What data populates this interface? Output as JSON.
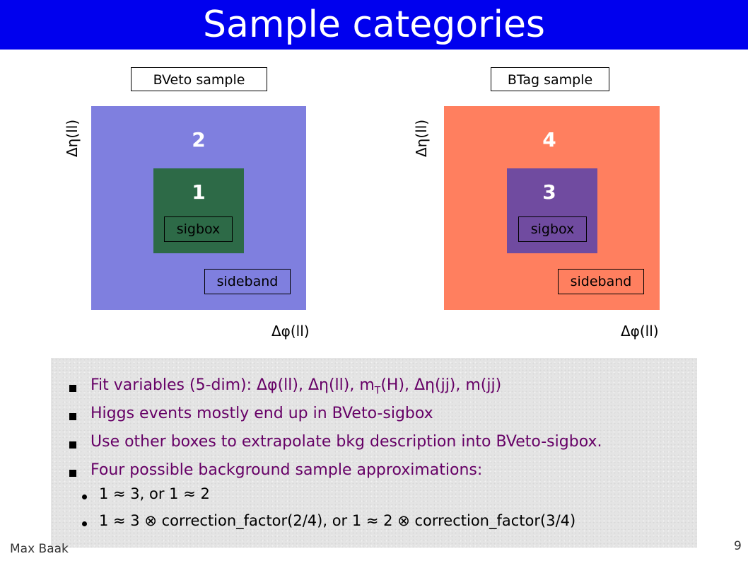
{
  "title": "Sample categories",
  "left_panel": {
    "label": "BVeto sample",
    "outer_number": "2",
    "inner_number": "1",
    "inner_label": "sigbox",
    "sideband_label": "sideband",
    "y_axis": "Δη(ll)",
    "x_axis": "Δφ(ll)",
    "outer_color": "#7f7fdf",
    "inner_color": "#2d6a47"
  },
  "right_panel": {
    "label": "BTag sample",
    "outer_number": "4",
    "inner_number": "3",
    "inner_label": "sigbox",
    "sideband_label": "sideband",
    "y_axis": "Δη(ll)",
    "x_axis": "Δφ(ll)",
    "outer_color": "#ff7f5f",
    "inner_color": "#704ba0"
  },
  "bullets": [
    {
      "pre": "Fit variables (5-dim): Δφ(ll), Δη(ll), m",
      "sub": "T",
      "post": "(H), Δη(jj), m(jj)"
    },
    {
      "text": "Higgs events mostly end up in BVeto-sigbox"
    },
    {
      "text": "Use other boxes to extrapolate bkg description into BVeto-sigbox."
    },
    {
      "text": "Four possible background sample approximations:"
    }
  ],
  "subbullets": [
    "1 ≈ 3, or 1 ≈ 2",
    "1 ≈ 3 ⊗ correction_factor(2/4), or 1 ≈ 2 ⊗ correction_factor(3/4)"
  ],
  "footer": {
    "author": "Max Baak",
    "page": "9"
  }
}
